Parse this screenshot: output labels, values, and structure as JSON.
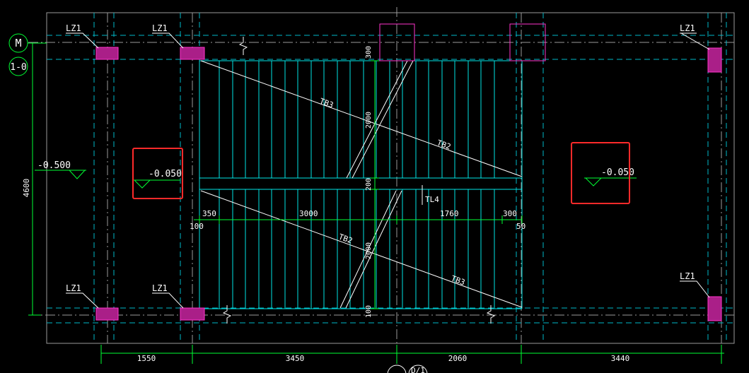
{
  "axes": {
    "top": [
      "M",
      "1-0"
    ],
    "bottom": [
      "",
      "D/1"
    ]
  },
  "column_label": "LZ1",
  "levels": [
    "-0.500",
    "-0.050",
    "-0.050"
  ],
  "beam_label": "TL4",
  "flight_labels": [
    "TB3",
    "TB2",
    "TB2",
    "TB3"
  ],
  "dims": {
    "vertical_total": "4600",
    "riser_dims": [
      "300",
      "2000",
      "200",
      "2000",
      "100"
    ],
    "run_dims": [
      "100",
      "350",
      "3000",
      "1760",
      "300",
      "50"
    ],
    "bottom": [
      "1550",
      "3450",
      "2060",
      "3440"
    ]
  },
  "colors": {
    "background": "#000000",
    "grid": "#9a9a9a",
    "dimension": "#00ff33",
    "stair": "#00e5e5",
    "column": "#ff33cc",
    "text": "#ffffff",
    "highlight": "#ff2a2a"
  }
}
